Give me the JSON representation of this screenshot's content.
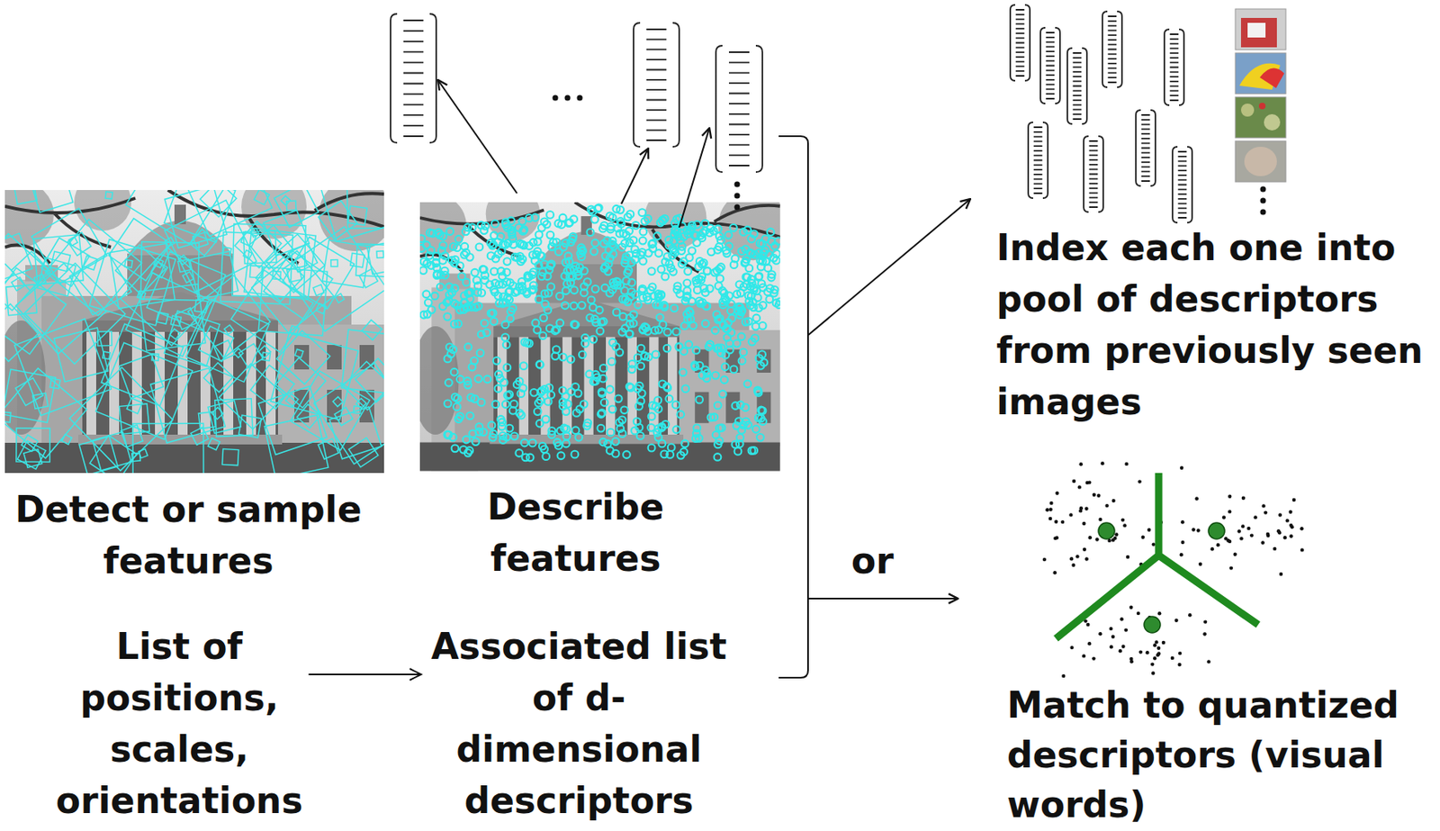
{
  "diagram": {
    "nodes": [
      {
        "text": [
          "List of positions, scales, orientations"
        ]
      },
      {
        "text": [
          "Associated list of d-dimensional descriptors"
        ]
      }
    ],
    "edges": [
      {
        "from": 0,
        "to": 1,
        "arrow": "to"
      }
    ],
    "labels": [
      "Detect or sample features",
      "Describe features",
      "Index each one into pool of descriptors from previously seen images",
      "or",
      "Match to quantized descriptors (visual words)"
    ]
  }
}
